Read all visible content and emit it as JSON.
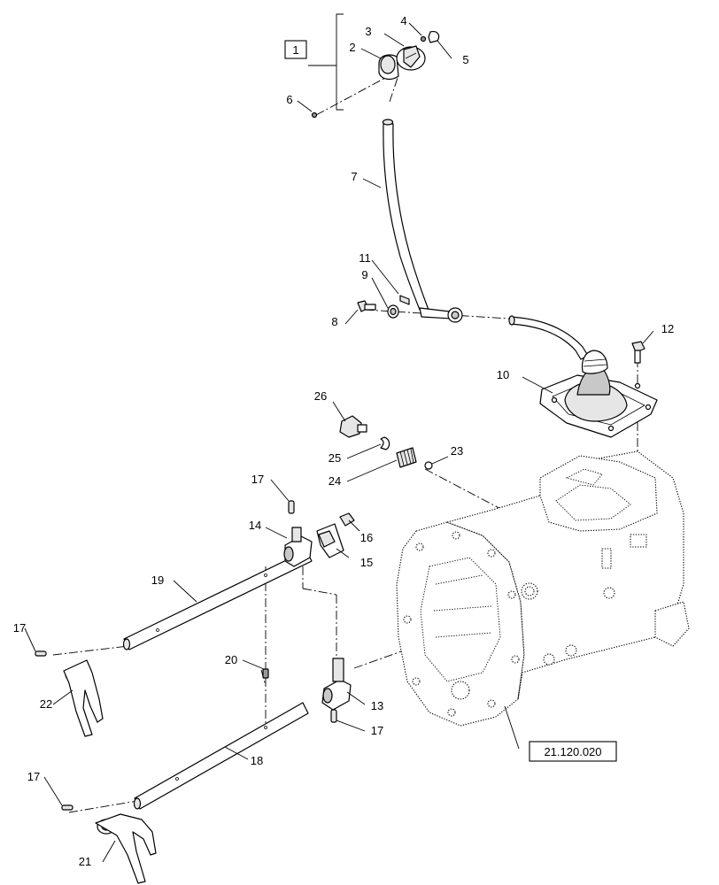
{
  "diagram": {
    "callouts": {
      "c1": "1",
      "c2": "2",
      "c3": "3",
      "c4": "4",
      "c5": "5",
      "c6": "6",
      "c7": "7",
      "c8": "8",
      "c9": "9",
      "c10": "10",
      "c11": "11",
      "c12": "12",
      "c13": "13",
      "c14": "14",
      "c15": "15",
      "c16": "16",
      "c17a": "17",
      "c17b": "17",
      "c17c": "17",
      "c17d": "17",
      "c18": "18",
      "c19": "19",
      "c20": "20",
      "c21": "21",
      "c22": "22",
      "c23": "23",
      "c24": "24",
      "c25": "25",
      "c26": "26"
    },
    "reference_box": "21.120.020"
  }
}
